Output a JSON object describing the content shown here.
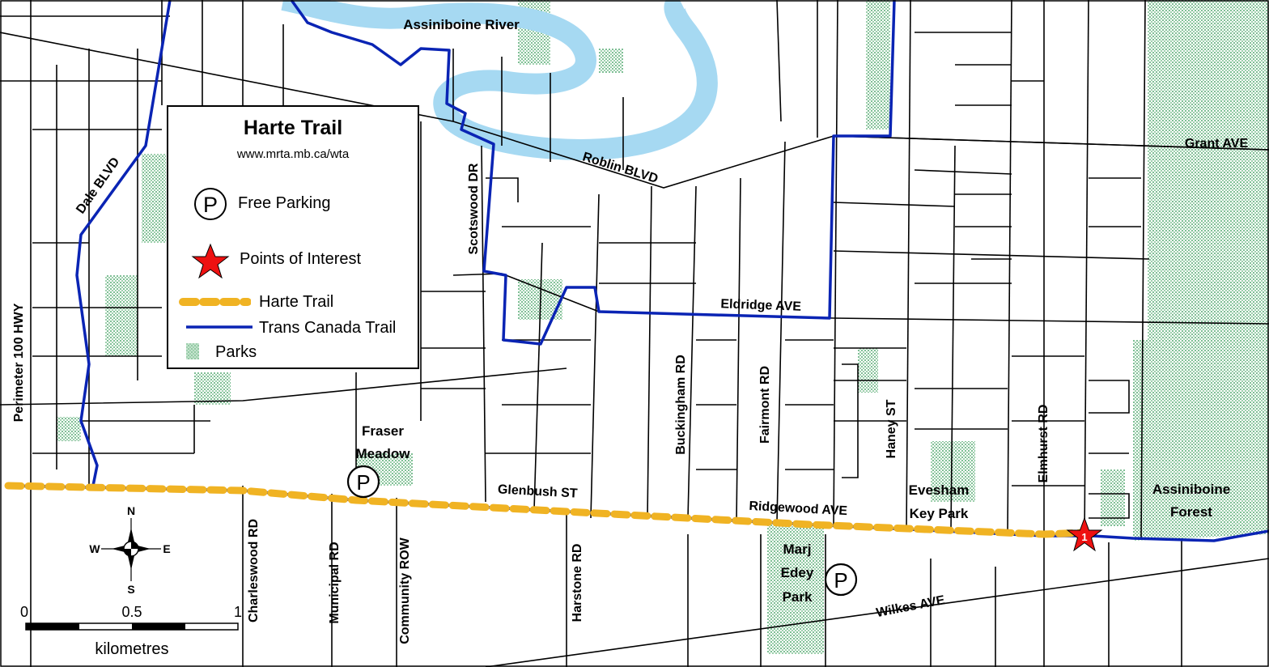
{
  "legend": {
    "title": "Harte Trail",
    "url": "www.mrta.mb.ca/wta",
    "items": [
      {
        "symbol": "parking-circle",
        "label": "Free Parking"
      },
      {
        "symbol": "red-star",
        "label": "Points of Interest"
      },
      {
        "symbol": "dashed-orange-line",
        "label": "Harte Trail"
      },
      {
        "symbol": "blue-line",
        "label": "Trans Canada Trail"
      },
      {
        "symbol": "green-dots",
        "label": "Parks"
      }
    ],
    "parking_letter": "P"
  },
  "river": {
    "label": "Assiniboine River"
  },
  "streets": {
    "dale": "Dale BLVD",
    "scotswood": "Scotswood DR",
    "roblin": "Roblin BLVD",
    "grant": "Grant AVE",
    "perimeter": "Perimeter 100 HWY",
    "eldridge": "Eldridge AVE",
    "buckingham": "Buckingham RD",
    "fairmont": "Fairmont RD",
    "haney": "Haney ST",
    "elmhurst": "Elmhurst RD",
    "glenbush": "Glenbush ST",
    "ridgewood": "Ridgewood AVE",
    "wilkes": "Wilkes AVE",
    "charleswood": "Charleswood RD",
    "municipal": "Municipal RD",
    "community": "Community ROW",
    "harstone": "Harstone RD"
  },
  "places": {
    "fraser_1": "Fraser",
    "fraser_2": "Meadow",
    "evesham_1": "Evesham",
    "evesham_2": "Key Park",
    "marj_1": "Marj",
    "marj_2": "Edey",
    "marj_3": "Park",
    "forest_1": "Assiniboine",
    "forest_2": "Forest"
  },
  "poi_number": "1",
  "compass": {
    "n": "N",
    "s": "S",
    "e": "E",
    "w": "W"
  },
  "scale": {
    "t0": "0",
    "t1": "0.5",
    "t2": "1",
    "unit": "kilometres"
  },
  "colors": {
    "river": "#a6d9f2",
    "park": "#a8d4b4",
    "street": "#000000",
    "harte_trail": "#f0b323",
    "trans_canada_trail": "#0a24b4",
    "poi_star": "#ee1111"
  }
}
